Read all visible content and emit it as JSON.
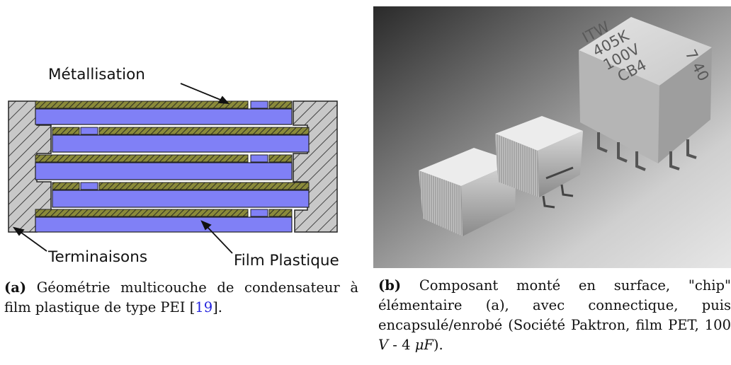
{
  "figure_a": {
    "labels": {
      "metallisation": "Métallisation",
      "terminaisons": "Terminaisons",
      "film_plastique": "Film Plastique"
    },
    "caption": {
      "tag": "(a)",
      "text_before_ref": "Géométrie multicouche de condensateur à film plastique de type PEI [",
      "ref": "19",
      "text_after_ref": "]."
    },
    "colors": {
      "film": "#8080f6",
      "metal_hatch_bg": "#8a8a3a",
      "terminal_fill": "#c8c8c8"
    }
  },
  "figure_b": {
    "component_marking": [
      "ITW",
      "405K",
      "100V",
      "CB4",
      "7 40"
    ],
    "caption": {
      "tag": "(b)",
      "text": "Composant monté en surface, \"chip\" élémentaire (a), avec connectique, puis encapsulé/enrobé (Société Paktron, film PET, 100 ",
      "unit_v": "V",
      "text_mid": " - 4 ",
      "unit_uf": "μF",
      "text_end": ")."
    }
  }
}
